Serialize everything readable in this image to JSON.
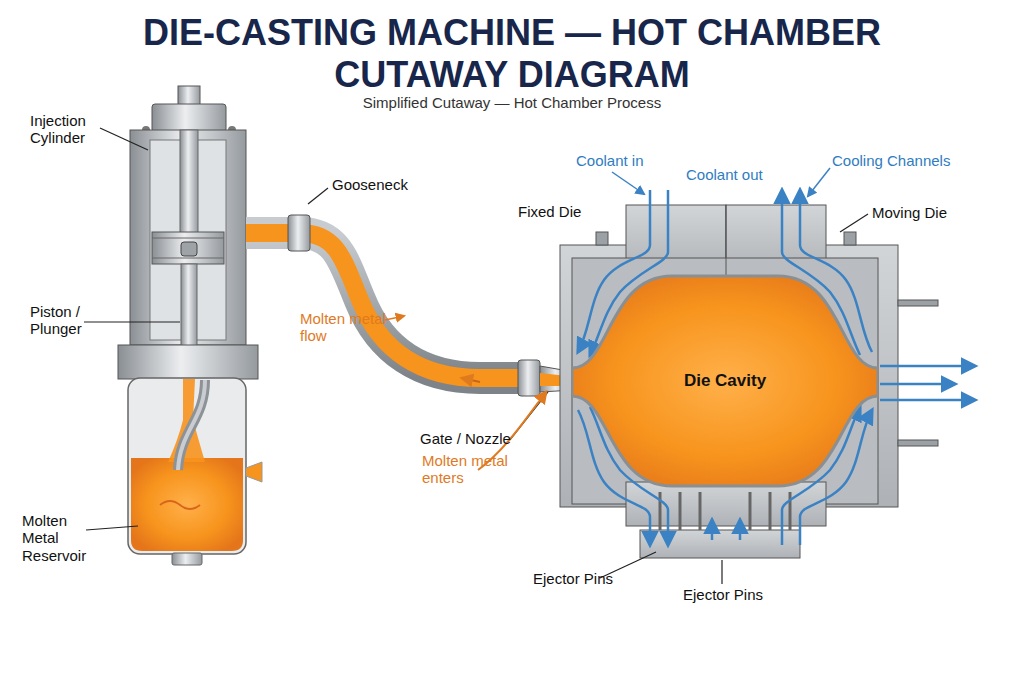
{
  "diagram": {
    "title": "DIE-CASTING MACHINE — HOT CHAMBER CUTAWAY DIAGRAM",
    "nodes": [
      {
        "text": [
          "Die Cavity"
        ]
      }
    ],
    "labels": [
      "Simplified Cutaway — Hot Chamber Process",
      "Injection Cylinder",
      "Piston / Plunger",
      "Molten Metal Reservoir",
      "Gooseneck",
      "Molten metal flow",
      "Fixed Die",
      "Coolant in",
      "Coolant out",
      "Cooling Channels",
      "Moving Die",
      "Gate / Nozzle",
      "Molten metal enters",
      "Ejector Pins",
      "Ejector Pins"
    ]
  }
}
